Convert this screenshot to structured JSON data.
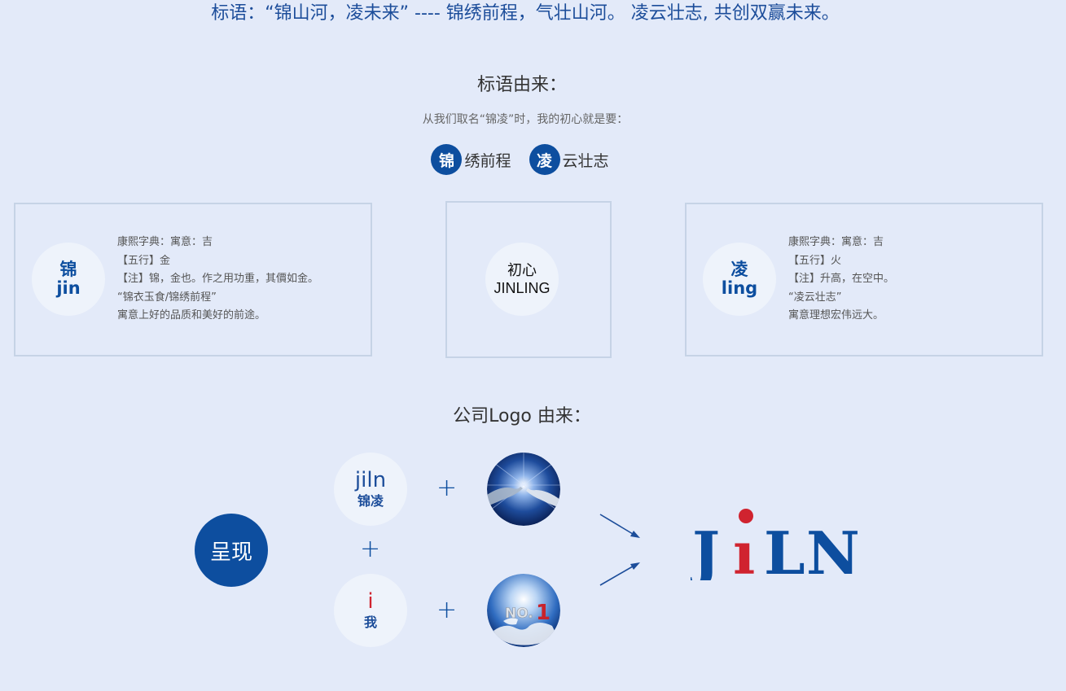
{
  "slogan": {
    "text": "标语：“锦山河，凌未来” ---- 锦绣前程，气壮山河。 凌云壮志, 共创双赢未来。"
  },
  "slogan_origin": {
    "title": "标语由来：",
    "intro": "从我们取名“锦凌”时，我的初心就是要：",
    "tags": [
      {
        "char": "锦",
        "word": "绣前程"
      },
      {
        "char": "凌",
        "word": "云壮志"
      }
    ]
  },
  "cards": {
    "jin": {
      "char": "锦",
      "pinyin": "jin",
      "lines": [
        "康熙字典：寓意：吉",
        "【五行】金",
        "【注】锦，金也。作之用功重，其價如金。",
        " “锦衣玉食/锦绣前程”",
        "寓意上好的品质和美好的前途。"
      ]
    },
    "center": {
      "line1": "初心",
      "line2": "JINLING"
    },
    "ling": {
      "char": "凌",
      "pinyin": "ling",
      "lines": [
        "康熙字典：寓意：吉",
        "【五行】火",
        "【注】升高，在空中。",
        " “凌云壮志”",
        "寓意理想宏伟远大。"
      ]
    }
  },
  "logo_origin": {
    "title": "公司Logo 由来：",
    "present": "呈现",
    "jiln": {
      "latin": "jiln",
      "hanzi": "锦凌"
    },
    "i": {
      "latin": "i",
      "hanzi": "我"
    },
    "plus": "+",
    "logo_text": {
      "J": "J",
      "i": "i",
      "L": "L",
      "N": "N"
    }
  },
  "colors": {
    "background": "#e3eaf9",
    "brand_blue": "#0d4e9f",
    "logo_red": "#d0232f",
    "card_border": "#c6d3e6"
  }
}
